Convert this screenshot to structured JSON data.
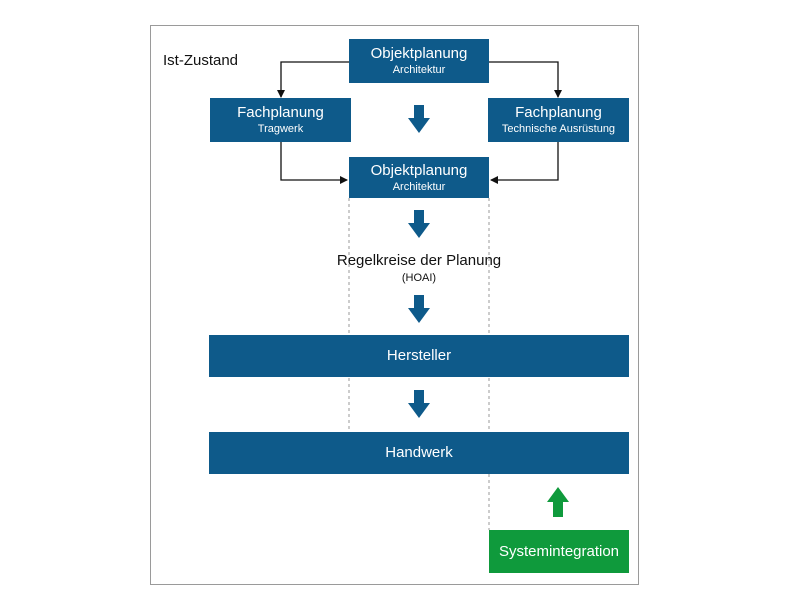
{
  "diagram": {
    "section_title": "Ist-Zustand",
    "nodes": {
      "objektplanung_top": {
        "title": "Objektplanung",
        "subtitle": "Architektur"
      },
      "fachplanung_tragwerk": {
        "title": "Fachplanung",
        "subtitle": "Tragwerk"
      },
      "fachplanung_tga": {
        "title": "Fachplanung",
        "subtitle": "Technische Ausrüstung"
      },
      "objektplanung_mid": {
        "title": "Objektplanung",
        "subtitle": "Architektur"
      },
      "hersteller": {
        "title": "Hersteller"
      },
      "handwerk": {
        "title": "Handwerk"
      },
      "systemintegration": {
        "title": "Systemintegration"
      }
    },
    "regelkreise": {
      "title": "Regelkreise der Planung",
      "subtitle": "(HOAI)"
    },
    "colors": {
      "box_blue": "#0e5a8a",
      "box_green": "#0f9a3c",
      "arrow_blue": "#0e5a8a",
      "arrow_green": "#0f9a3c",
      "connector": "#111111",
      "dashed": "#9a9a9a"
    }
  }
}
